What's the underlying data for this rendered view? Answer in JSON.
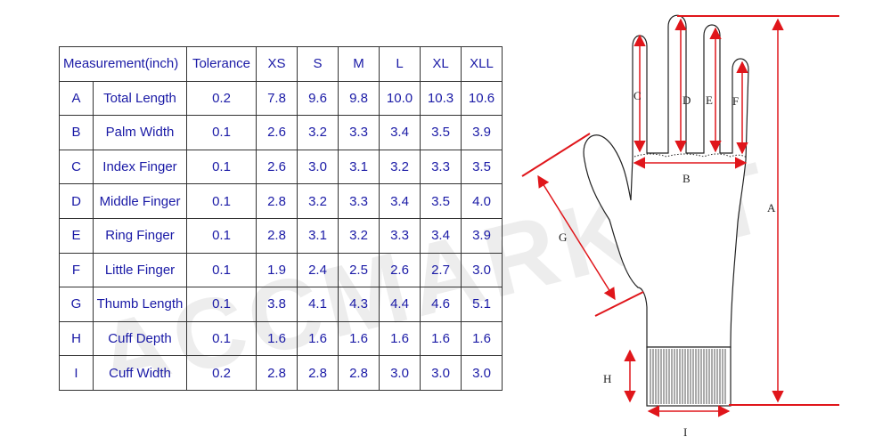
{
  "watermark": "ACCMARKET",
  "table": {
    "headers": [
      "Measurement(inch)",
      "Tolerance",
      "XS",
      "S",
      "M",
      "L",
      "XL",
      "XLL"
    ],
    "rows": [
      {
        "code": "A",
        "name": "Total Length",
        "tolerance": "0.2",
        "values": [
          "7.8",
          "9.6",
          "9.8",
          "10.0",
          "10.3",
          "10.6"
        ]
      },
      {
        "code": "B",
        "name": "Palm Width",
        "tolerance": "0.1",
        "values": [
          "2.6",
          "3.2",
          "3.3",
          "3.4",
          "3.5",
          "3.9"
        ]
      },
      {
        "code": "C",
        "name": "Index Finger",
        "tolerance": "0.1",
        "values": [
          "2.6",
          "3.0",
          "3.1",
          "3.2",
          "3.3",
          "3.5"
        ]
      },
      {
        "code": "D",
        "name": "Middle Finger",
        "tolerance": "0.1",
        "values": [
          "2.8",
          "3.2",
          "3.3",
          "3.4",
          "3.5",
          "4.0"
        ]
      },
      {
        "code": "E",
        "name": "Ring Finger",
        "tolerance": "0.1",
        "values": [
          "2.8",
          "3.1",
          "3.2",
          "3.3",
          "3.4",
          "3.9"
        ]
      },
      {
        "code": "F",
        "name": "Little Finger",
        "tolerance": "0.1",
        "values": [
          "1.9",
          "2.4",
          "2.5",
          "2.6",
          "2.7",
          "3.0"
        ]
      },
      {
        "code": "G",
        "name": "Thumb Length",
        "tolerance": "0.1",
        "values": [
          "3.8",
          "4.1",
          "4.3",
          "4.4",
          "4.6",
          "5.1"
        ]
      },
      {
        "code": "H",
        "name": "Cuff Depth",
        "tolerance": "0.1",
        "values": [
          "1.6",
          "1.6",
          "1.6",
          "1.6",
          "1.6",
          "1.6"
        ]
      },
      {
        "code": "I",
        "name": "Cuff Width",
        "tolerance": "0.2",
        "values": [
          "2.8",
          "2.8",
          "2.8",
          "3.0",
          "3.0",
          "3.0"
        ]
      }
    ]
  },
  "diagram": {
    "labels": {
      "A": "A",
      "B": "B",
      "C": "C",
      "D": "D",
      "E": "E",
      "F": "F",
      "G": "G",
      "H": "H",
      "I": "I"
    },
    "arrow_color": "#e0161b",
    "outline_color": "#222222"
  }
}
